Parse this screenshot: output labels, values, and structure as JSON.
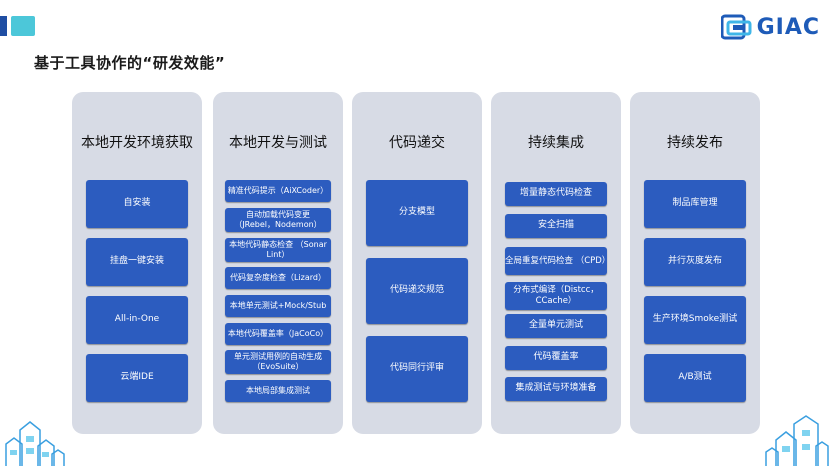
{
  "page": {
    "title": "基于工具协作的“研发效能”",
    "logo_text": "GIAC"
  },
  "columns": [
    {
      "title": "本地开发环境获取",
      "items": [
        "自安装",
        "挂盘一键安装",
        "All-in-One",
        "云端IDE"
      ]
    },
    {
      "title": "本地开发与测试",
      "items": [
        "精准代码提示（AiXCoder）",
        "自动加载代码变更 （JRebel，Nodemon）",
        "本地代码静态检查 （Sonar Lint）",
        "代码复杂度检查（Lizard）",
        "本地单元测试+Mock/Stub",
        "本地代码覆盖率（JaCoCo）",
        "单元测试用例的自动生成 （EvoSuite）",
        "本地局部集成测试"
      ]
    },
    {
      "title": "代码递交",
      "items": [
        "分支模型",
        "代码递交规范",
        "代码同行评审"
      ]
    },
    {
      "title": "持续集成",
      "items": [
        "增量静态代码检查",
        "安全扫描",
        "全局重复代码检查 （CPD）",
        "分布式编译（Distcc，CCache）",
        "全量单元测试",
        "代码覆盖率",
        "集成测试与环境准备"
      ]
    },
    {
      "title": "持续发布",
      "items": [
        "制品库管理",
        "并行灰度发布",
        "生产环境Smoke测试",
        "A/B测试"
      ]
    }
  ],
  "colors": {
    "column_bg": "#d7dbe5",
    "box_bg": "#2c5cbf",
    "accent_dark": "#1f4ea3",
    "accent_light": "#4cc7d9",
    "logo": "#1e5bb8"
  },
  "icons": [
    "giac-logo-icon",
    "city-building-decoration-left",
    "city-building-decoration-right"
  ]
}
